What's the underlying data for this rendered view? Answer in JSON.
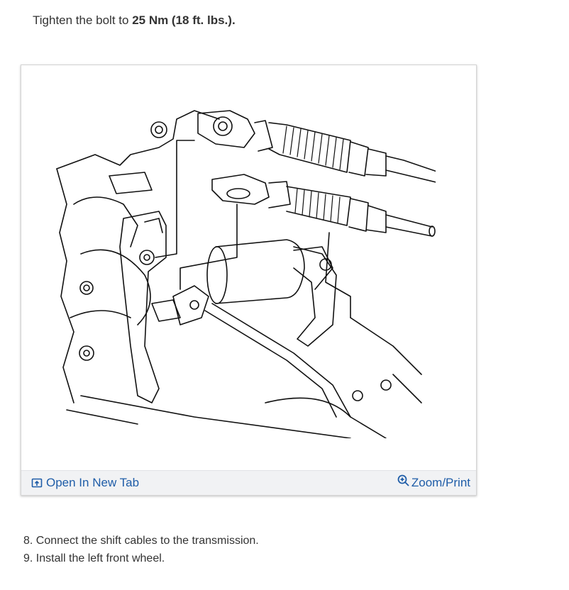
{
  "instruction": {
    "prefix": "Tighten the bolt to ",
    "torque": "25 Nm (18 ft. lbs.)",
    "suffix": "."
  },
  "figure": {
    "open_tab_label": "Open In New Tab",
    "zoom_label": "Zoom/Print",
    "icons": [
      "open-new-tab-icon",
      "zoom-icon"
    ],
    "link_color": "#1f5da8"
  },
  "steps": [
    {
      "number": "8.",
      "text": "Connect the shift cables to the transmission."
    },
    {
      "number": "9.",
      "text": "Install the left front wheel."
    }
  ]
}
